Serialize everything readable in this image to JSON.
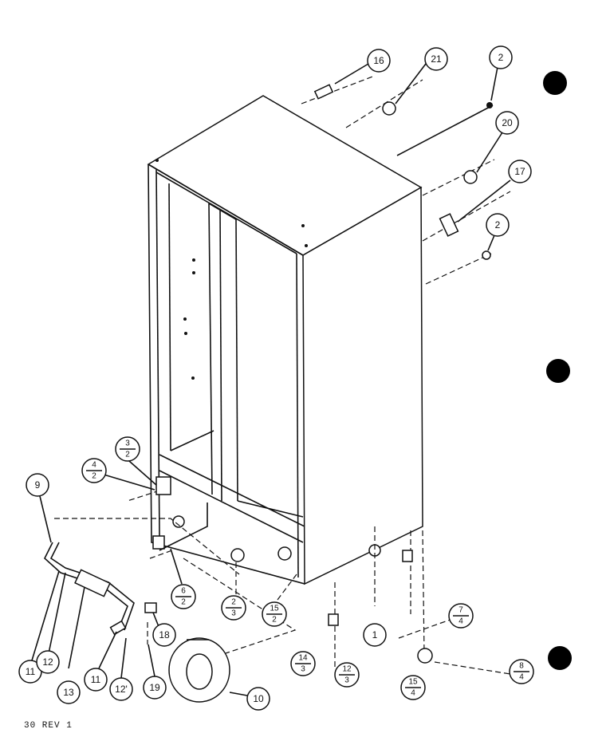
{
  "callouts": [
    {
      "id": "c16",
      "num": "16"
    },
    {
      "id": "c21",
      "num": "21"
    },
    {
      "id": "c2a",
      "num": "2"
    },
    {
      "id": "c20",
      "num": "20"
    },
    {
      "id": "c17",
      "num": "17"
    },
    {
      "id": "c2b",
      "num": "2"
    },
    {
      "id": "c9",
      "num": "9"
    },
    {
      "id": "c11a",
      "num": "11"
    },
    {
      "id": "c12a",
      "num": "12"
    },
    {
      "id": "c13",
      "num": "13"
    },
    {
      "id": "c11b",
      "num": "11"
    },
    {
      "id": "c12b",
      "num": "12'"
    },
    {
      "id": "c19",
      "num": "19"
    },
    {
      "id": "c18",
      "num": "18"
    },
    {
      "id": "c10",
      "num": "10"
    },
    {
      "id": "c1",
      "num": "1"
    }
  ],
  "fraction_callouts": [
    {
      "id": "f32",
      "num": "3",
      "den": "2"
    },
    {
      "id": "f42",
      "num": "4",
      "den": "2"
    },
    {
      "id": "f62",
      "num": "6",
      "den": "2"
    },
    {
      "id": "f23",
      "num": "2",
      "den": "3"
    },
    {
      "id": "f152",
      "num": "15",
      "den": "2"
    },
    {
      "id": "f143",
      "num": "14",
      "den": "3"
    },
    {
      "id": "f123",
      "num": "12",
      "den": "3"
    },
    {
      "id": "f74",
      "num": "7",
      "den": "4"
    },
    {
      "id": "f84",
      "num": "8",
      "den": "4"
    },
    {
      "id": "f154",
      "num": "15",
      "den": "4"
    }
  ],
  "revision_text": "30 REV 1"
}
